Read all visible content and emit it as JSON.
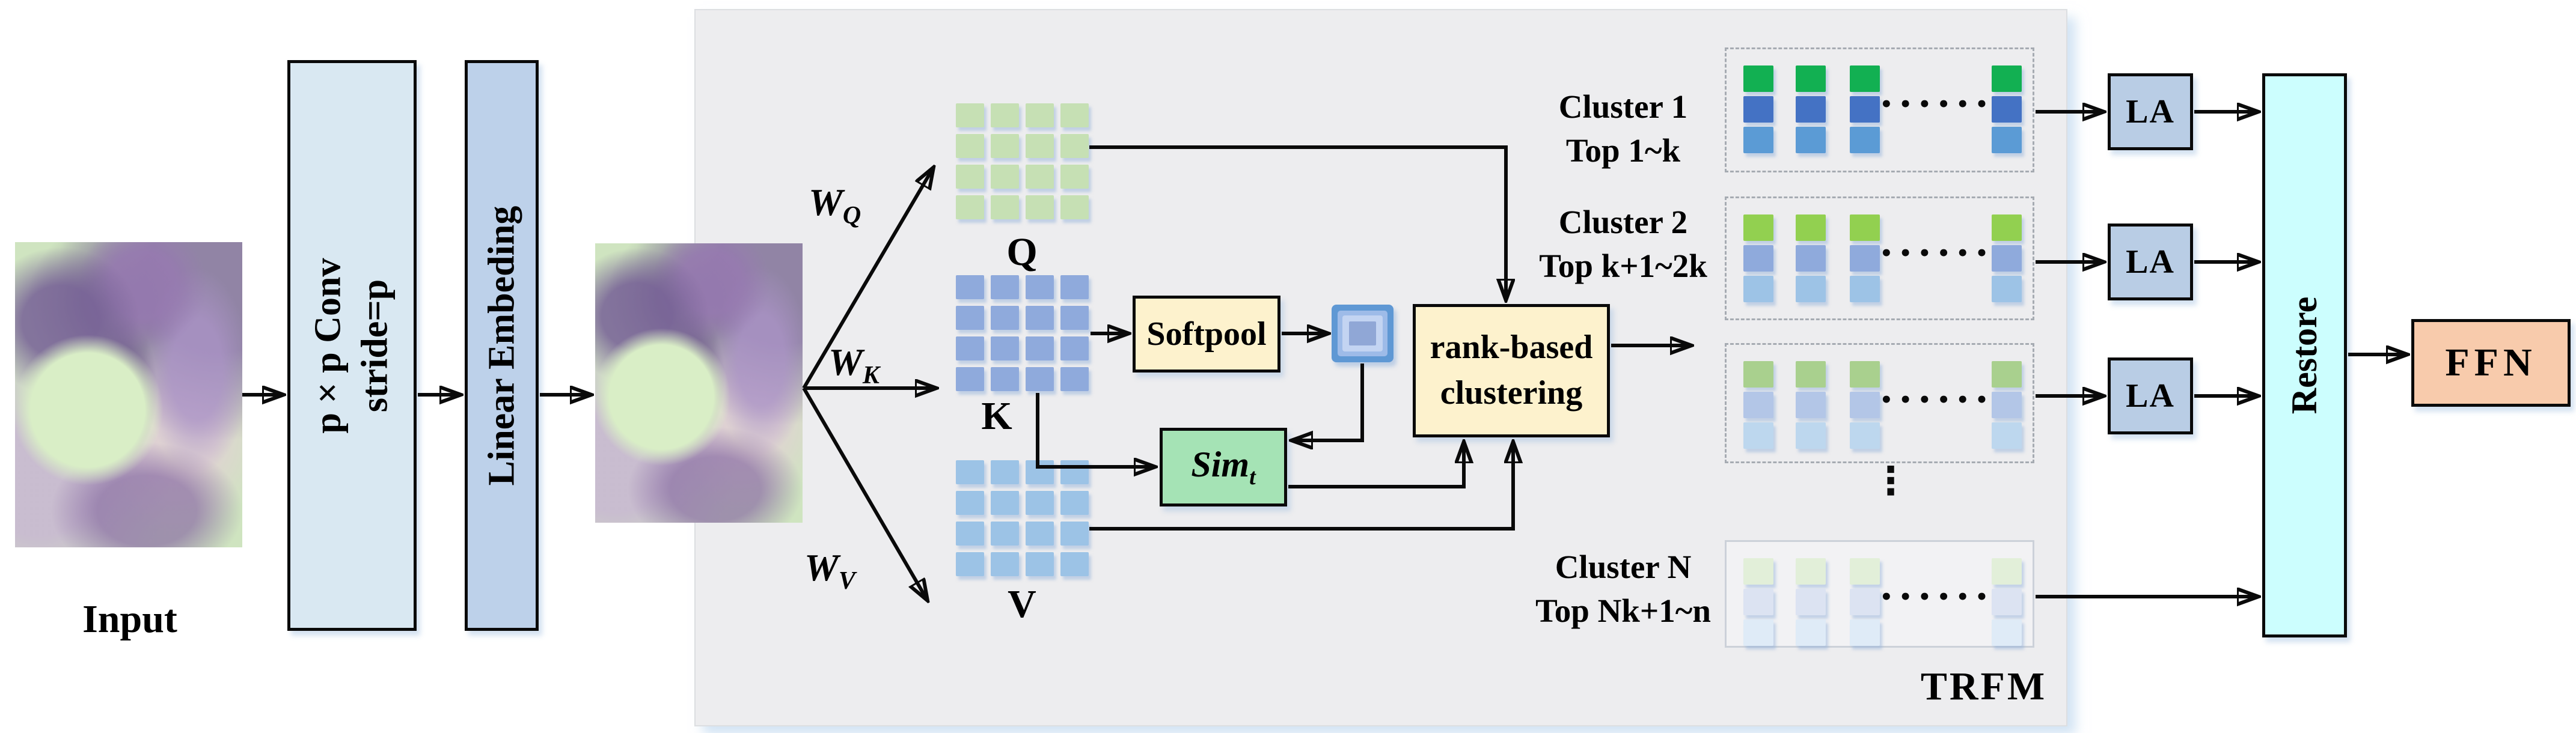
{
  "panel": {
    "label": "TRFM"
  },
  "input": {
    "label": "Input"
  },
  "conv": {
    "line1": "p × p Conv",
    "line2": "stride=p"
  },
  "linear": {
    "label": "Linear Embeding"
  },
  "weights": [
    {
      "base": "W",
      "sub": "Q"
    },
    {
      "base": "W",
      "sub": "K"
    },
    {
      "base": "W",
      "sub": "V"
    }
  ],
  "grids": [
    {
      "id": "q",
      "label": "Q",
      "color": "#c6e0b4",
      "rows": 4,
      "cols": 4
    },
    {
      "id": "k",
      "label": "K",
      "color": "#8faadc",
      "rows": 4,
      "cols": 4
    },
    {
      "id": "v",
      "label": "V",
      "color": "#9cc3e6",
      "rows": 4,
      "cols": 4
    }
  ],
  "softpool": {
    "label": "Softpool"
  },
  "sim": {
    "base": "Sim",
    "sub": "t"
  },
  "clustering": {
    "line1": "rank-based",
    "line2": "clustering"
  },
  "clusters": [
    {
      "title": "Cluster 1",
      "range": "Top 1~k",
      "dashed": true,
      "columns": 4,
      "colors": [
        "#12b052",
        "#4472c4",
        "#5b9bd5"
      ],
      "dots": "••••••"
    },
    {
      "title": "Cluster 2",
      "range": "Top k+1~2k",
      "dashed": true,
      "columns": 4,
      "colors": [
        "#92d050",
        "#8faadc",
        "#9dc3e6"
      ],
      "dots": "••••••"
    },
    {
      "title": "",
      "range": "",
      "dashed": true,
      "columns": 4,
      "colors": [
        "#a9d08e",
        "#b3c6e7",
        "#bdd7ee"
      ],
      "dots": "••••••"
    },
    {
      "title": "Cluster N",
      "range": "Top Nk+1~n",
      "dashed": false,
      "columns": 4,
      "colors": [
        "#e2efd9",
        "#dce3f2",
        "#dfebf7"
      ],
      "dots": "••••••"
    }
  ],
  "vertical_ellipsis": "⋮",
  "la": {
    "label": "LA"
  },
  "restore": {
    "label": "Restore"
  },
  "ffn": {
    "label": "FFN"
  }
}
